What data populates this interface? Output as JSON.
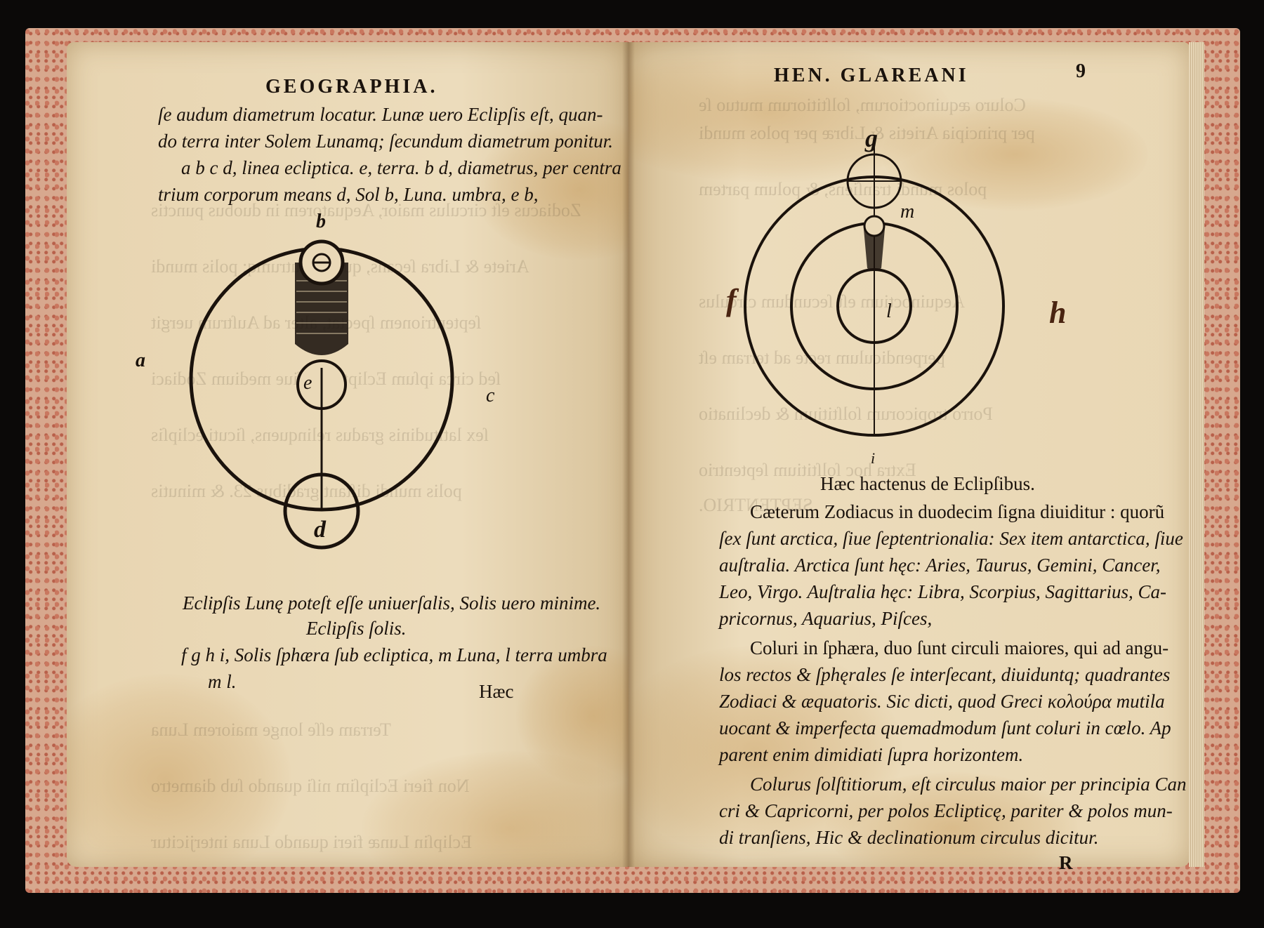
{
  "left_page": {
    "running_head": "GEOGRAPHIA.",
    "top_lines": [
      "ſe audum diametrum locatur. Lunæ uero Eclipſis eſt, quan-",
      "do terra inter Solem Lunamq; ſecundum diametrum ponitur.",
      "a b c d, linea ecliptica. e, terra. b d, diametrus, per centra",
      "trium corporum means d, Sol b, Luna. umbra, e b,"
    ],
    "figure_labels": {
      "top": "b",
      "left": "a",
      "right": "c",
      "center": "e",
      "bottom": "d"
    },
    "caption_lines": [
      "Eclipſis Lunę poteſt eſſe uniuerſalis, Solis uero minime.",
      "Eclipſis ſolis.",
      "f g h i, Solis ſphæra ſub ecliptica, m Luna, l terra umbra",
      "m l."
    ],
    "catchword": "Hæc"
  },
  "right_page": {
    "running_head": "HEN. GLAREANI",
    "page_number": "9",
    "figure_labels": {
      "top": "g",
      "moon": "m",
      "left": "f",
      "right": "h",
      "center": "l",
      "bottom": "i"
    },
    "heading": "Hæc hactenus de Eclipſibus.",
    "body_lines": [
      "Cæterum Zodiacus in duodecim ſigna diuiditur : quorũ",
      "ſex ſunt arctica, ſiue ſeptentrionalia: Sex item antarctica, ſiue",
      "auſtralia. Arctica ſunt hęc: Aries, Taurus, Gemini, Cancer,",
      "Leo, Virgo. Auſtralia hęc: Libra, Scorpius, Sagittarius, Ca-",
      "pricornus, Aquarius, Piſces,",
      "Coluri in ſphæra, duo ſunt circuli maiores, qui ad angu-",
      "los rectos & ſphęrales ſe interſecant, diuiduntq; quadrantes",
      "Zodiaci & æquatoris. Sic dicti, quod Greci κολούρα mutila",
      "uocant & imperfecta quemadmodum ſunt coluri in cœlo. Ap",
      "parent enim dimidiati ſupra horizontem.",
      "Colurus ſolſtitiorum, eſt circulus maior per principia Can",
      "cri & Capricorni, per polos Eclipticę, pariter & polos mun-",
      "di tranſiens, Hic & declinationum circulus dicitur."
    ],
    "signature": "R"
  },
  "colors": {
    "ink": "#1a120c",
    "paper": "#ead9b8",
    "red_ink": "#4a2411",
    "cover": "#d7a88e"
  }
}
